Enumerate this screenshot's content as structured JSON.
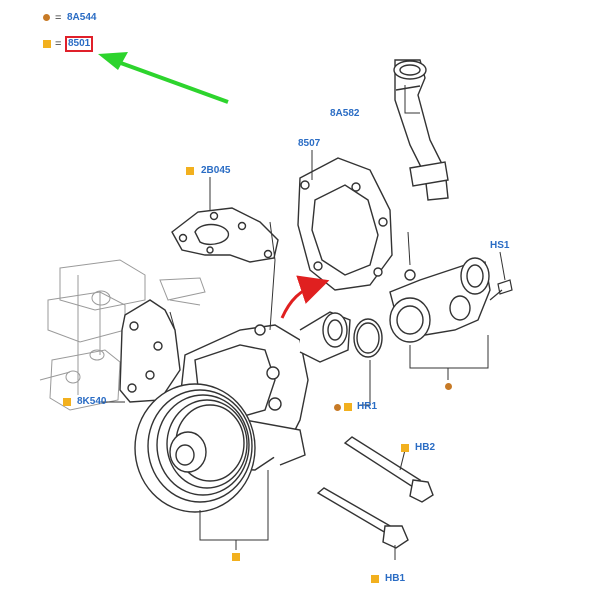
{
  "legend": {
    "circle_code": "8A544",
    "square_code": "8501",
    "equals": "="
  },
  "callouts": {
    "hose": "8A582",
    "gasket_large": "8507",
    "gasket_small": "2B045",
    "bracket": "8K540",
    "oring": "HR1",
    "stud": "HS1",
    "bolt_long": "HB2",
    "bolt_short": "HB1"
  },
  "colors": {
    "label": "#2a6cc4",
    "square_marker": "#f2b01e",
    "circle_marker": "#c77a26",
    "highlight_box": "#e0202a",
    "pointer_arrow": "#2dd42d",
    "direction_arrow": "#e02020",
    "linework": "#333333"
  },
  "icons": {
    "square_marker": "orange-square-icon",
    "circle_marker": "orange-circle-icon"
  }
}
